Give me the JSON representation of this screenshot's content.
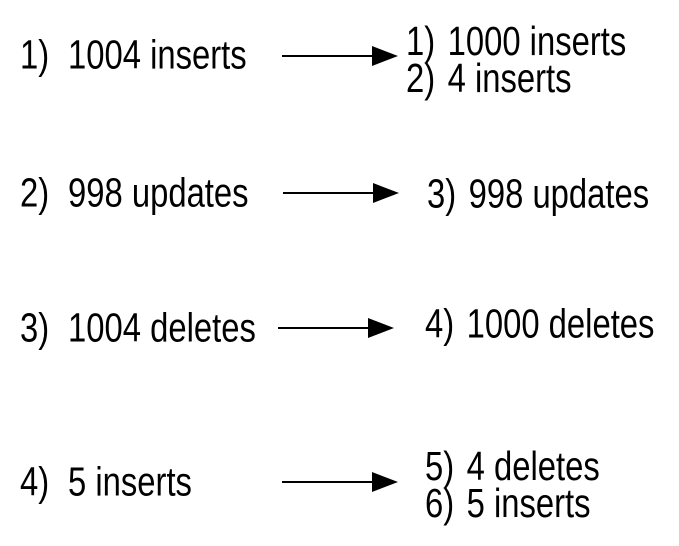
{
  "colors": {
    "background": "#ffffff",
    "text": "#000000",
    "arrow": "#000000"
  },
  "rows": [
    {
      "source": {
        "marker": "1)",
        "text": "1004 inserts"
      },
      "targets": [
        {
          "marker": "1)",
          "text": "1000 inserts"
        },
        {
          "marker": "2)",
          "text": "4 inserts"
        }
      ]
    },
    {
      "source": {
        "marker": "2)",
        "text": "998 updates"
      },
      "targets": [
        {
          "marker": "3)",
          "text": "998 updates"
        }
      ]
    },
    {
      "source": {
        "marker": "3)",
        "text": "1004 deletes"
      },
      "targets": [
        {
          "marker": "4)",
          "text": "1000 deletes"
        }
      ]
    },
    {
      "source": {
        "marker": "4)",
        "text": "5 inserts"
      },
      "targets": [
        {
          "marker": "5)",
          "text": "4 deletes"
        },
        {
          "marker": "6)",
          "text": "5 inserts"
        }
      ]
    }
  ]
}
